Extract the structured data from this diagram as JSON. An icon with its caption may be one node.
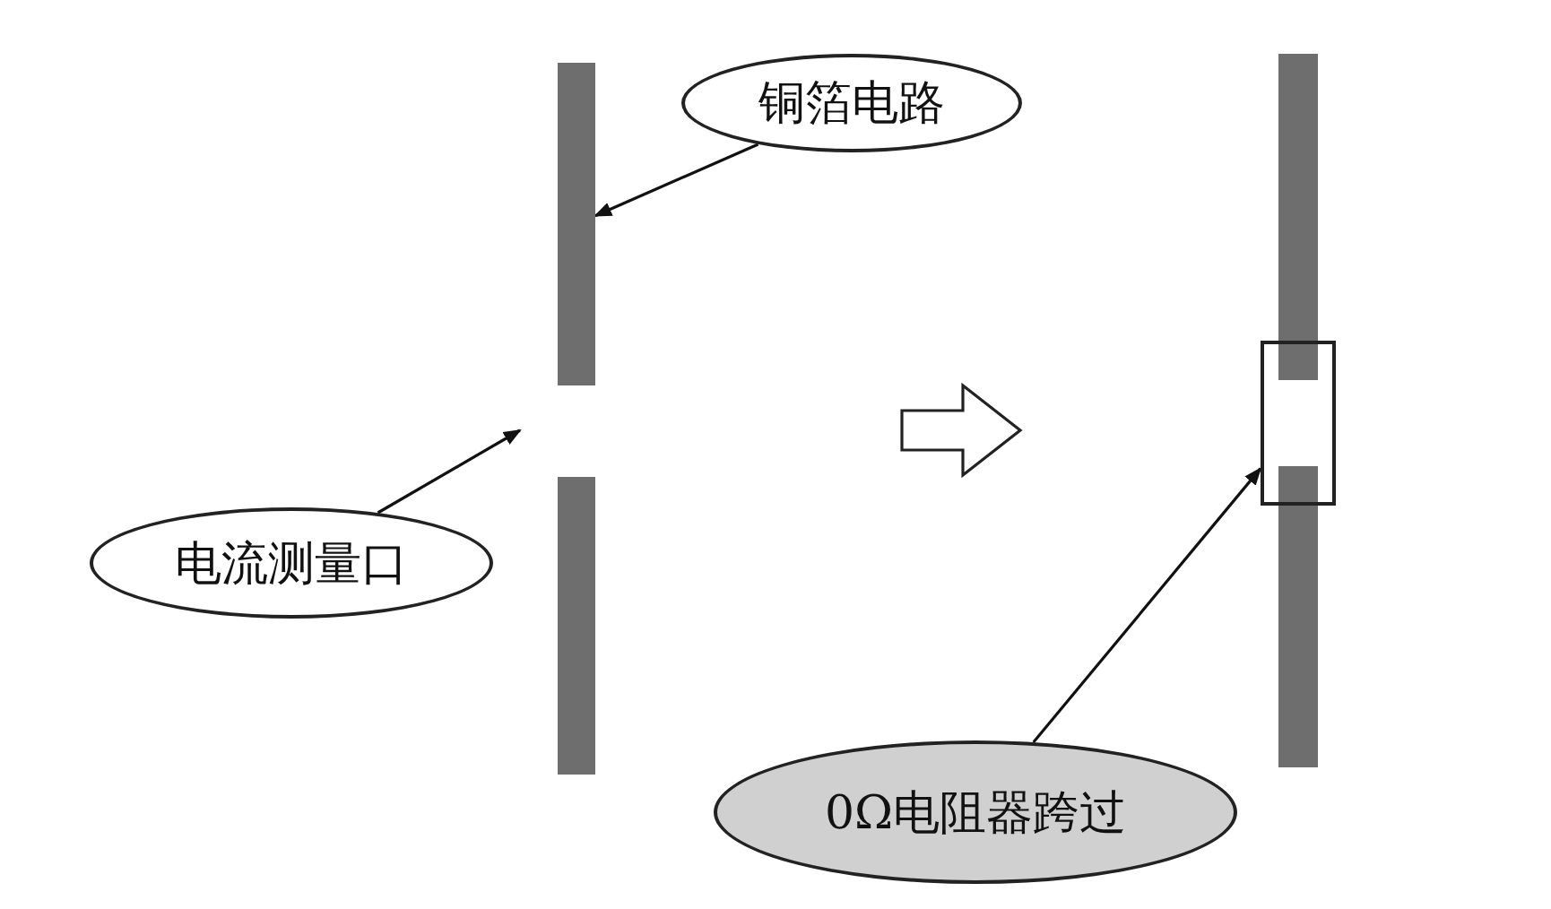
{
  "diagram": {
    "nodes": [
      {
        "text": [
          "铜箔电路"
        ]
      },
      {
        "text": [],
        "shape": "bar"
      },
      {
        "text": [
          "电流测量口"
        ]
      },
      {
        "text": [],
        "shape": "box"
      },
      {
        "text": [
          "0Ω电阻器跨过"
        ]
      },
      {
        "text": [],
        "shape": "bar"
      },
      {
        "text": [],
        "shape": "bar"
      },
      {
        "text": [],
        "shape": "bar"
      }
    ],
    "edges": [
      {
        "from": 0,
        "to": 1,
        "arrow": "to"
      },
      {
        "from": 2,
        "to": null,
        "arrow": "to"
      },
      {
        "from": 4,
        "to": 3,
        "arrow": "to"
      }
    ]
  }
}
